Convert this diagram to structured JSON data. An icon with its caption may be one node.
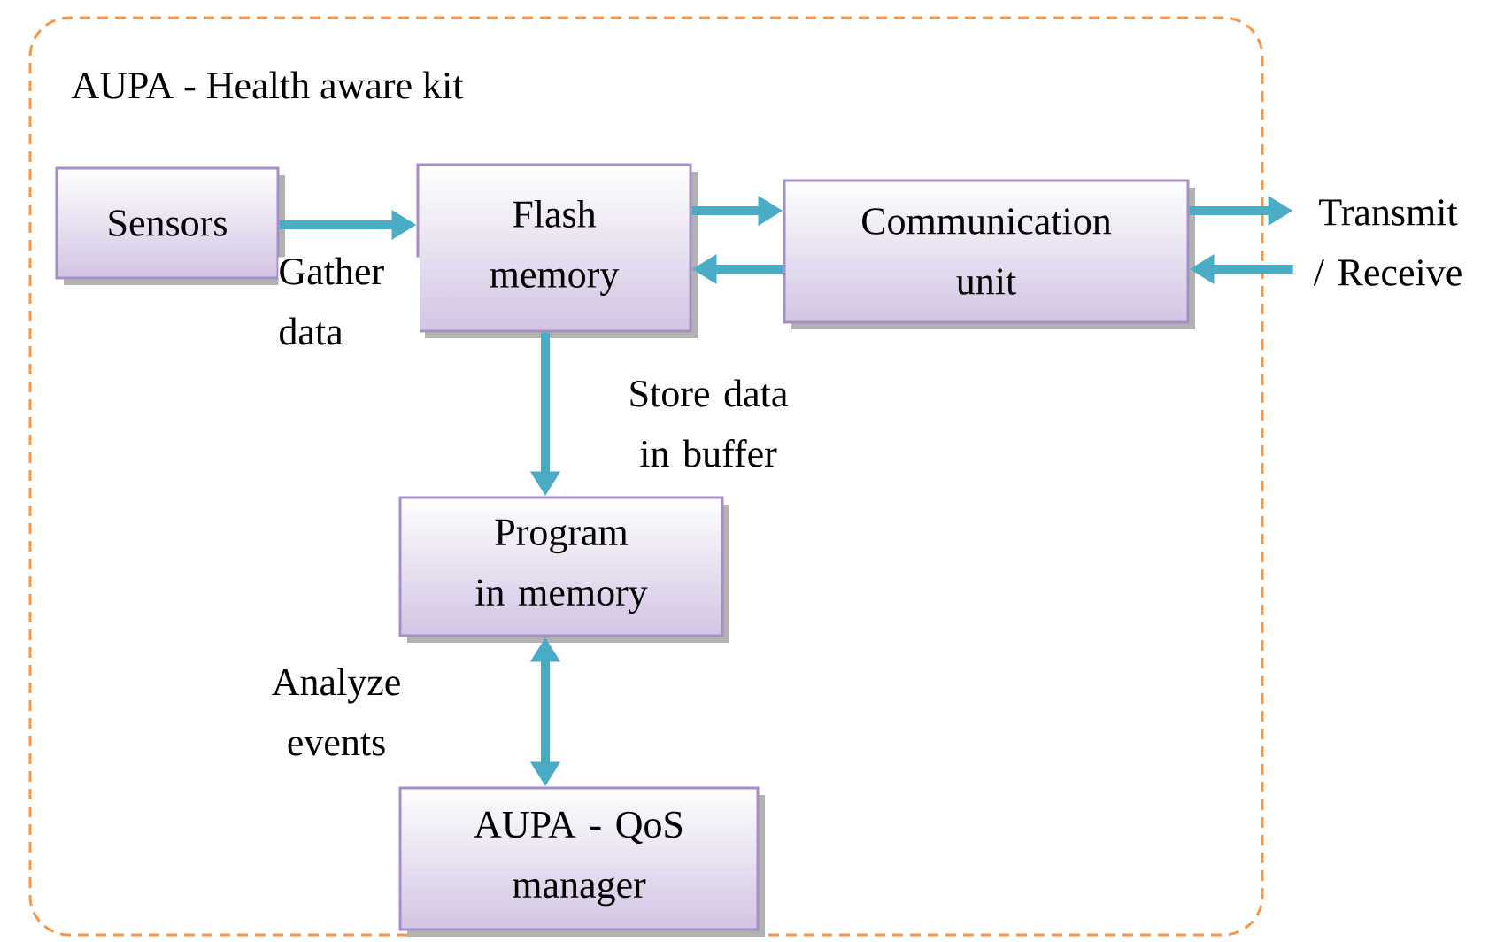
{
  "diagram": {
    "nodes": [
      {
        "text": [
          "AUPA - Health aware kit"
        ]
      },
      {
        "text": [
          "Sensors"
        ],
        "in": 0
      },
      {
        "text": [
          "Flash memory"
        ],
        "in": 0
      },
      {
        "text": [
          "Communication unit"
        ],
        "in": 0
      },
      {
        "text": [
          "Program in memory"
        ],
        "in": 0
      },
      {
        "text": [
          "AUPA - QoS manager"
        ],
        "in": 0
      },
      {
        "text": [
          "Transmit / Receive"
        ]
      }
    ],
    "edges": [
      {
        "from": 1,
        "to": 2,
        "arrow": "to",
        "label": "Gather data"
      },
      {
        "from": 2,
        "to": 3,
        "arrow": "to"
      },
      {
        "from": 3,
        "to": 2,
        "arrow": "to"
      },
      {
        "from": 3,
        "to": 6,
        "arrow": "to"
      },
      {
        "from": 6,
        "to": 3,
        "arrow": "to"
      },
      {
        "from": 2,
        "to": 4,
        "arrow": "to",
        "label": "Store data in buffer"
      },
      {
        "from": 4,
        "to": 5,
        "arrow": "both",
        "label": "Analyze events"
      }
    ]
  }
}
